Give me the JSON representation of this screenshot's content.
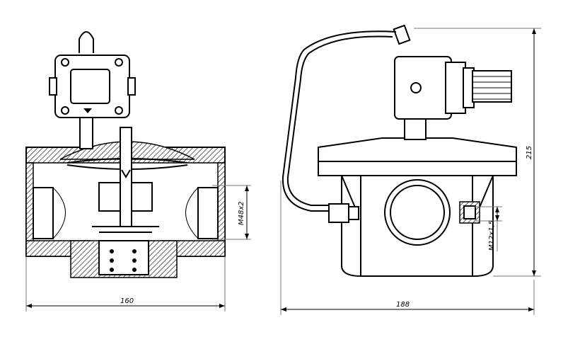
{
  "drawing": {
    "front_section_view": {
      "width_dimension": "160",
      "thread_dimension": "M48x2"
    },
    "side_view": {
      "width_dimension": "188",
      "height_dimension": "215",
      "thread_dimension": "M12x1,5"
    }
  }
}
